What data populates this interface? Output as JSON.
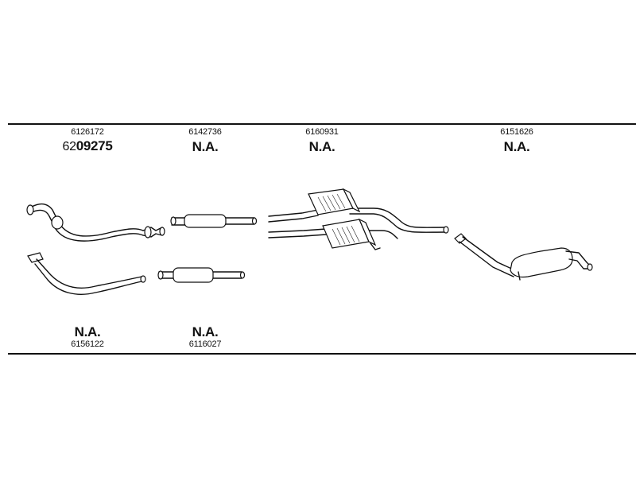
{
  "parts_top": [
    {
      "ref": "6126172",
      "code_prefix": "62",
      "code": "09275"
    },
    {
      "ref": "6142736",
      "code": "N.A."
    },
    {
      "ref": "6160931",
      "code": "N.A."
    },
    {
      "ref": "6151626",
      "code": "N.A."
    }
  ],
  "parts_bottom": [
    {
      "ref": "6156122",
      "code": "N.A."
    },
    {
      "ref": "6116027",
      "code": "N.A."
    }
  ]
}
